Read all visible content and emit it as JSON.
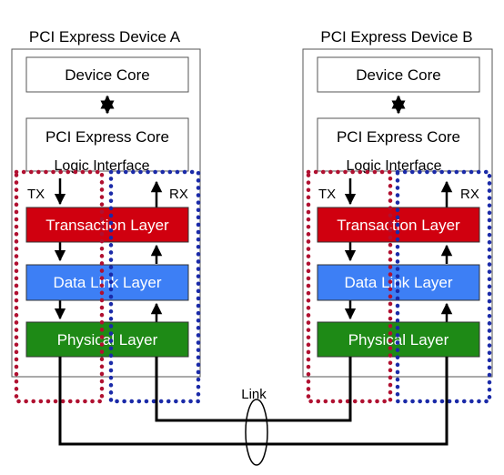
{
  "devices": [
    {
      "title": "PCI Express Device A",
      "core_label": "Device Core",
      "logic_line1": "PCI Express Core",
      "logic_line2": "Logic Interface",
      "tx_label": "TX",
      "rx_label": "RX",
      "layers": [
        "Transaction Layer",
        "Data Link Layer",
        "Physical Layer"
      ]
    },
    {
      "title": "PCI Express Device B",
      "core_label": "Device Core",
      "logic_line1": "PCI Express Core",
      "logic_line2": "Logic Interface",
      "tx_label": "TX",
      "rx_label": "RX",
      "layers": [
        "Transaction Layer",
        "Data Link Layer",
        "Physical Layer"
      ]
    }
  ],
  "link_label": "Link",
  "colors": {
    "transaction_layer": "#d0000f",
    "data_link_layer": "#3d7ff5",
    "physical_layer": "#1e8a16",
    "tx_dotted_outline": "#b01030",
    "rx_dotted_outline": "#1a2aa8"
  }
}
